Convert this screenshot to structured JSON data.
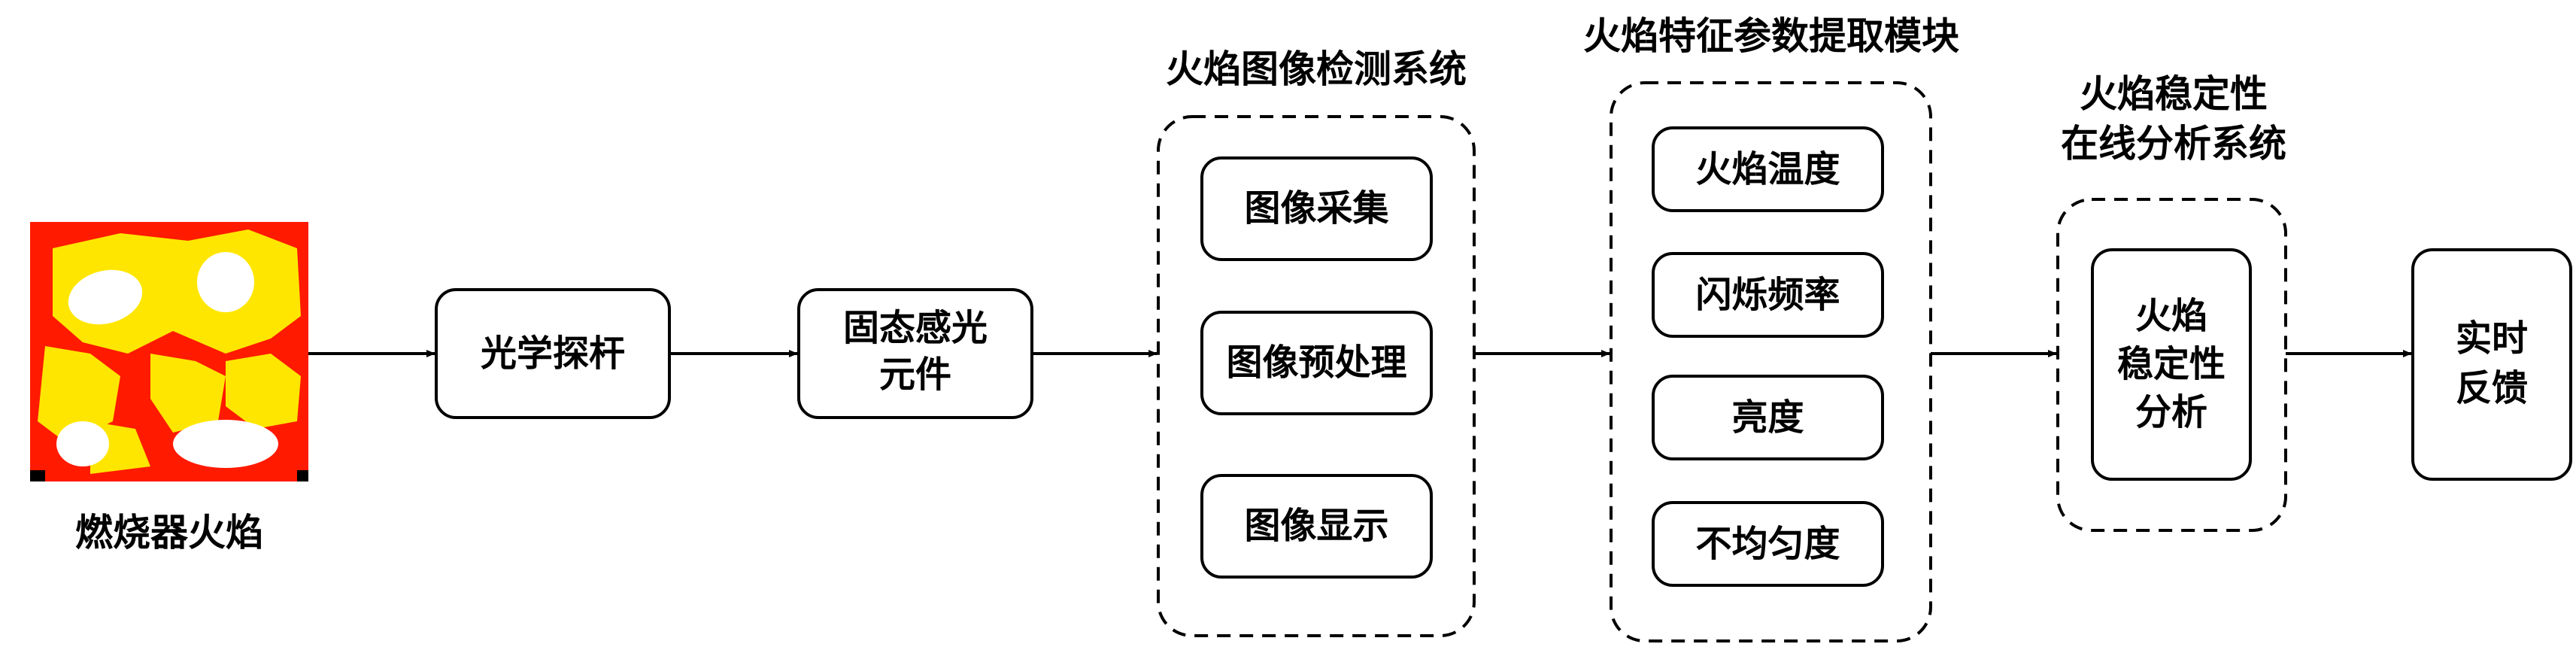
{
  "flame_image_caption": "燃烧器火焰",
  "probe": "光学探杆",
  "sensor": {
    "line1": "固态感光",
    "line2": "元件"
  },
  "detection_system": {
    "title": "火焰图像检测系统",
    "items": [
      "图像采集",
      "图像预处理",
      "图像显示"
    ]
  },
  "feature_module": {
    "title": "火焰特征参数提取模块",
    "items": [
      "火焰温度",
      "闪烁频率",
      "亮度",
      "不均匀度"
    ]
  },
  "stability_system": {
    "title_line1": "火焰稳定性",
    "title_line2": "在线分析系统",
    "box_lines": [
      "火焰",
      "稳定性",
      "分析"
    ]
  },
  "feedback": {
    "line1": "实时",
    "line2": "反馈"
  },
  "colors": {
    "flame_red": "#ff1a00",
    "flame_yellow": "#ffe600",
    "flame_white": "#ffffff"
  }
}
